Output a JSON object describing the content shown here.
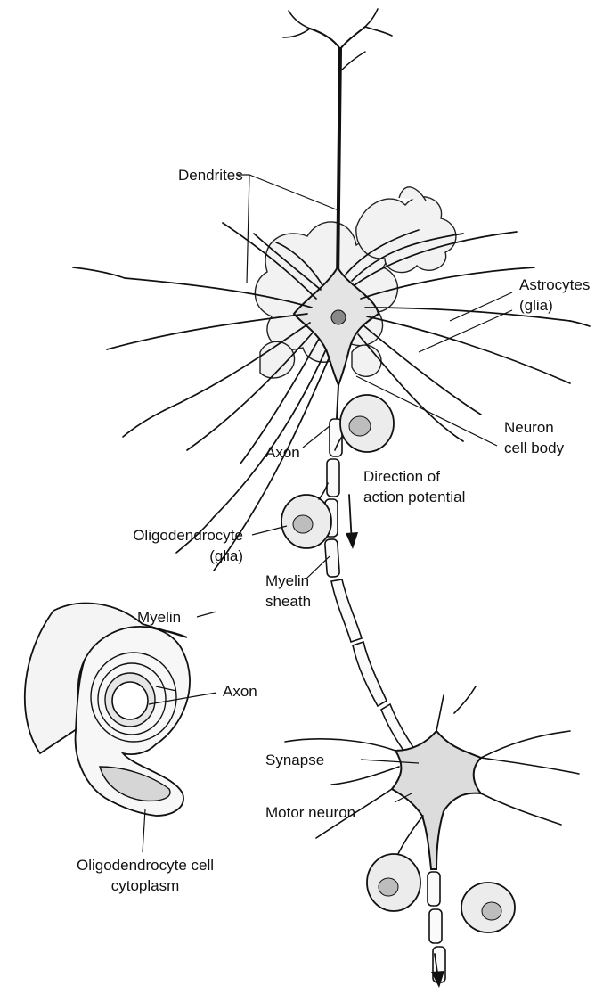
{
  "labels": {
    "dendrites": "Dendrites",
    "astrocytes_1": "Astrocytes",
    "astrocytes_2": "(glia)",
    "neuron_cell_body_1": "Neuron",
    "neuron_cell_body_2": "cell body",
    "axon_main": "Axon",
    "direction_1": "Direction of",
    "direction_2": "action potential",
    "oligodendrocyte_1": "Oligodendrocyte",
    "oligodendrocyte_2": "(glia)",
    "myelin_sheath_1": "Myelin",
    "myelin_sheath_2": "sheath",
    "myelin_inset": "Myelin",
    "axon_inset": "Axon",
    "synapse": "Synapse",
    "motor_neuron": "Motor neuron",
    "oligo_cytoplasm_1": "Oligodendrocyte cell",
    "oligo_cytoplasm_2": "cytoplasm"
  }
}
